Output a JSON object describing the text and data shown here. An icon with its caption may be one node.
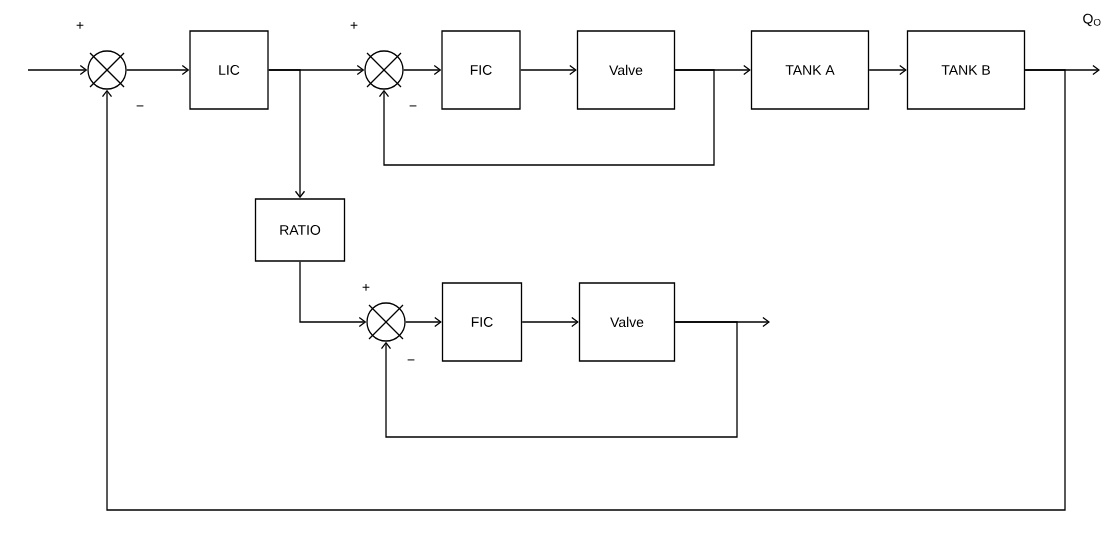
{
  "diagram": {
    "nodes": [
      {
        "text": [],
        "shape": "circle"
      },
      {
        "text": [
          "LIC"
        ]
      },
      {
        "text": [],
        "shape": "circle"
      },
      {
        "text": [
          "FIC"
        ]
      },
      {
        "text": [
          "Valve"
        ]
      },
      {
        "text": [
          "TANK A"
        ]
      },
      {
        "text": [
          "TANK B"
        ]
      },
      {
        "text": [
          "RATIO"
        ]
      },
      {
        "text": [],
        "shape": "circle"
      },
      {
        "text": [
          "FIC"
        ]
      },
      {
        "text": [
          "Valve"
        ]
      }
    ],
    "edges": [
      {
        "from": null,
        "to": 0,
        "arrow": "to"
      },
      {
        "from": 0,
        "to": 1,
        "arrow": "to"
      },
      {
        "from": 1,
        "to": 2,
        "arrow": "to"
      },
      {
        "from": 1,
        "to": 7,
        "arrow": "to"
      },
      {
        "from": 2,
        "to": 3,
        "arrow": "to"
      },
      {
        "from": 3,
        "to": 4,
        "arrow": "to"
      },
      {
        "from": 4,
        "to": 5,
        "arrow": "to"
      },
      {
        "from": 5,
        "to": 6,
        "arrow": "to"
      },
      {
        "from": 4,
        "to": 2,
        "arrow": "to"
      },
      {
        "from": 6,
        "to": null,
        "arrow": "to"
      },
      {
        "from": 6,
        "to": 0,
        "arrow": "to"
      },
      {
        "from": 7,
        "to": 8,
        "arrow": "to"
      },
      {
        "from": 8,
        "to": 9,
        "arrow": "to"
      },
      {
        "from": 9,
        "to": 10,
        "arrow": "to"
      },
      {
        "from": 10,
        "to": null,
        "arrow": "to"
      },
      {
        "from": 10,
        "to": 8,
        "arrow": "to"
      }
    ],
    "labels": [
      "+",
      "+",
      "Q$_{O}$",
      "−",
      "−",
      "+",
      "−"
    ]
  }
}
